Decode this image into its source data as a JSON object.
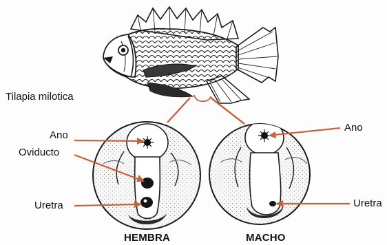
{
  "species_label": "Tilapia milotica",
  "female": {
    "caption": "HEMBRA",
    "labels": {
      "anus": "Ano",
      "oviduct": "Oviducto",
      "urethra": "Uretra"
    }
  },
  "male": {
    "caption": "MACHO",
    "labels": {
      "anus": "Ano",
      "urethra": "Uretra"
    }
  },
  "colors": {
    "pointer": "#c8623e",
    "ink": "#1a1a1a"
  }
}
